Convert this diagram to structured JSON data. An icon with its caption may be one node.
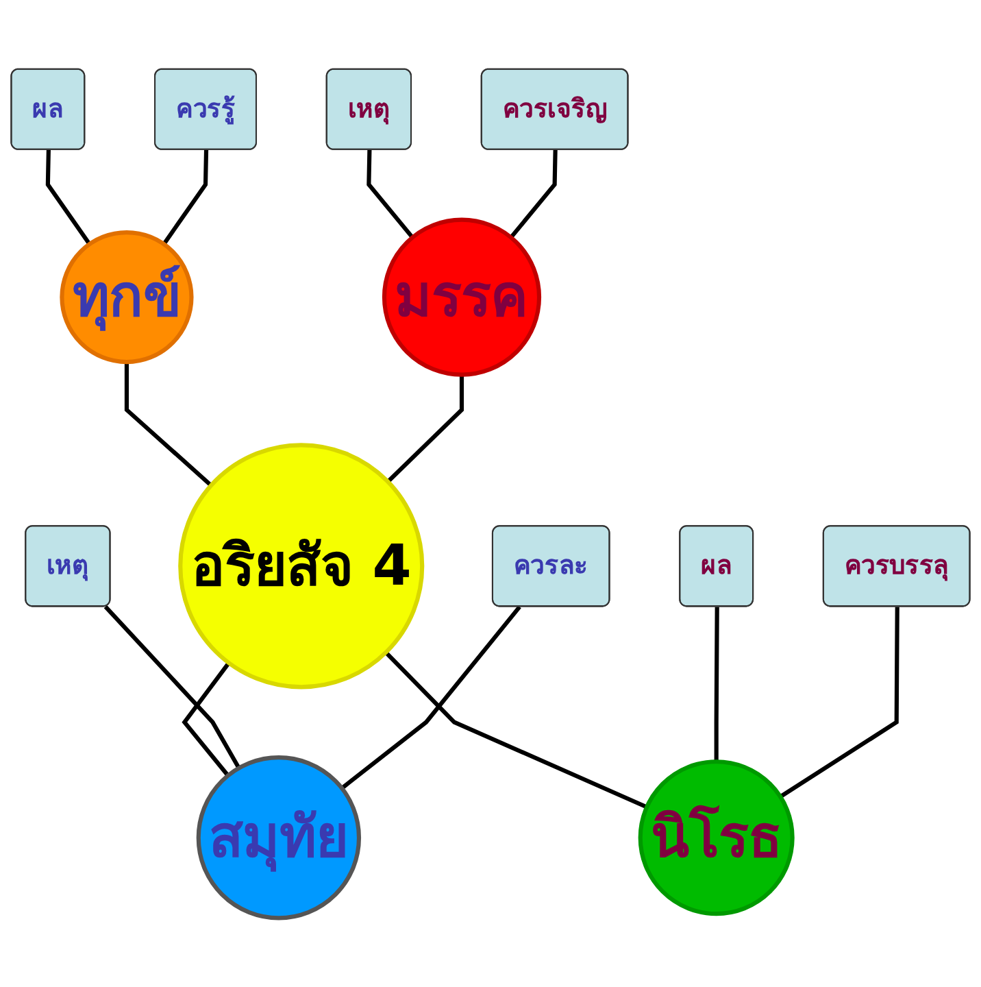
{
  "diagram": {
    "nodes": [
      {
        "text": [
          "ทุกข์"
        ]
      },
      {
        "text": [
          "ผล"
        ]
      },
      {
        "text": [
          "ควรรู้"
        ]
      },
      {
        "text": [
          "เหตุ"
        ]
      },
      {
        "text": [
          "มรรค"
        ]
      },
      {
        "text": [
          "ควรเจริญ"
        ]
      },
      {
        "text": [
          "อริยสัจ 4"
        ]
      },
      {
        "text": [
          "เหตุ"
        ]
      },
      {
        "text": [
          "สมุทัย"
        ]
      },
      {
        "text": [
          "ควรละ"
        ]
      },
      {
        "text": [
          "นิโรธ"
        ]
      },
      {
        "text": [
          "ผล"
        ]
      },
      {
        "text": [
          "ควรบรรลุ"
        ]
      }
    ],
    "edges": [
      {
        "from": 0,
        "to": 6,
        "arrow": "none"
      },
      {
        "from": 4,
        "to": 6,
        "arrow": "none"
      },
      {
        "from": 6,
        "to": 8,
        "arrow": "none"
      },
      {
        "from": 6,
        "to": 10,
        "arrow": "none"
      },
      {
        "from": 1,
        "to": 0,
        "arrow": "none"
      },
      {
        "from": 2,
        "to": 0,
        "arrow": "none"
      },
      {
        "from": 3,
        "to": 4,
        "arrow": "none"
      },
      {
        "from": 5,
        "to": 4,
        "arrow": "none"
      },
      {
        "from": 7,
        "to": 8,
        "arrow": "none"
      },
      {
        "from": 9,
        "to": 8,
        "arrow": "none"
      },
      {
        "from": 11,
        "to": 10,
        "arrow": "none"
      },
      {
        "from": 12,
        "to": 10,
        "arrow": "none"
      }
    ]
  }
}
